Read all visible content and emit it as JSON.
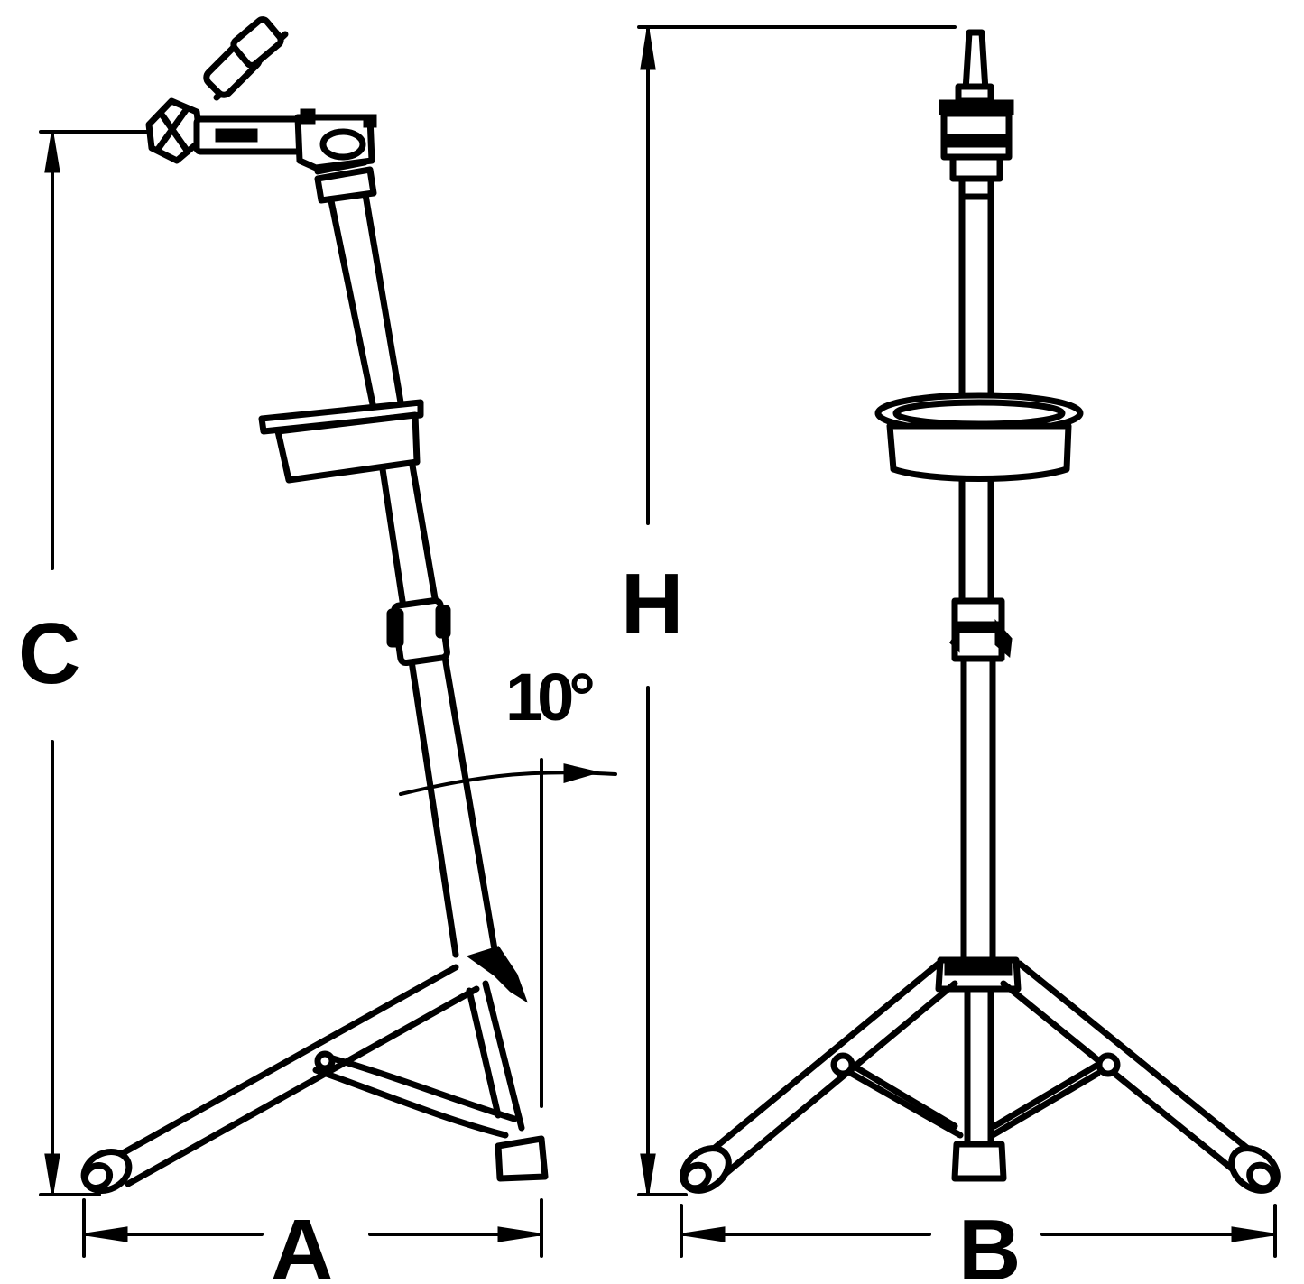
{
  "labels": {
    "a": "A",
    "b": "B",
    "c": "C",
    "h": "H",
    "angle": "10°"
  },
  "colors": {
    "ink": "#000000",
    "background": "#ffffff"
  }
}
